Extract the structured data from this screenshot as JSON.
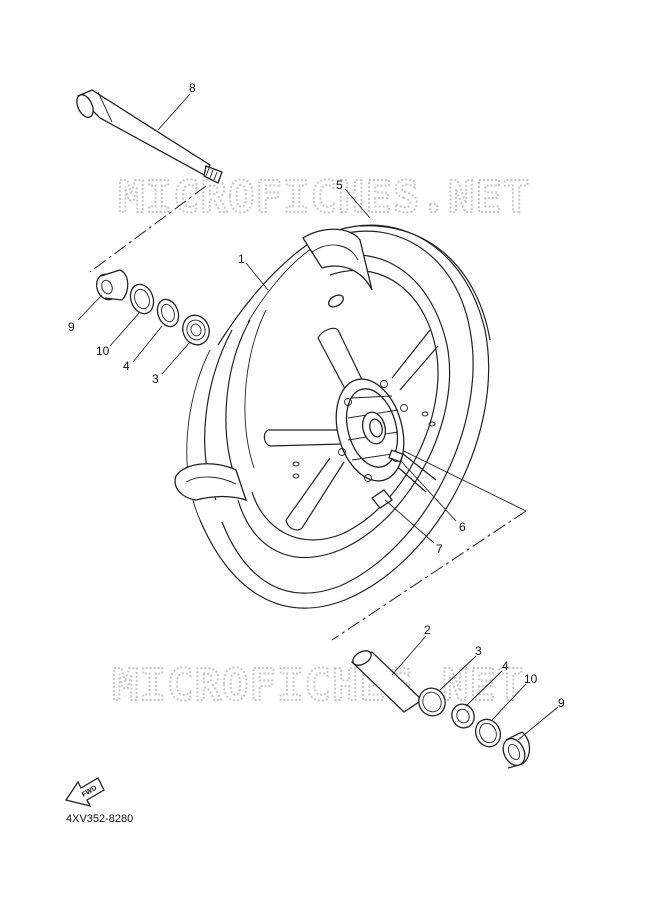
{
  "diagram": {
    "code": "4XV352-8280",
    "watermark": "MICROFICHES.NET",
    "fwd_label": "FWD",
    "callouts": {
      "c8": "8",
      "c5": "5",
      "c1": "1",
      "c9a": "9",
      "c10a": "10",
      "c4a": "4",
      "c3a": "3",
      "c6": "6",
      "c7": "7",
      "c2": "2",
      "c3b": "3",
      "c4b": "4",
      "c10b": "10",
      "c9b": "9"
    }
  }
}
